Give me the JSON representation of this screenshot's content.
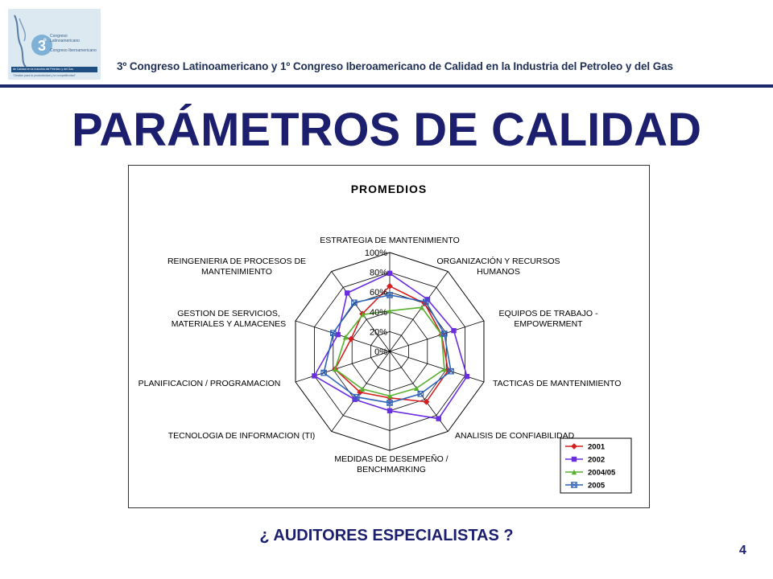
{
  "header": {
    "title": "3º Congreso Latinoamericano y 1º Congreso Iberoamericano de Calidad en la Industria del Petroleo y del Gas",
    "logo": {
      "org_line_1": "Congreso Latinoamericano",
      "org_line_2": "Congreso Iberoamericano",
      "banner": "de Calidad en la Industria del Petróleo y del Gas",
      "tagline": "\"Gestión para la productividad y la competitividad\""
    }
  },
  "slide": {
    "title": "PARÁMETROS DE CALIDAD",
    "question": "¿ AUDITORES ESPECIALISTAS ?",
    "page_number": "4"
  },
  "colors": {
    "header_text": "#1f2f55",
    "title": "#1b1f6e",
    "rule": "#1a2a6c"
  },
  "chart_data": {
    "type": "radar",
    "title": "PROMEDIOS",
    "categories": [
      "ESTRATEGIA DE MANTENIMIENTO",
      "ORGANIZACIÓN Y RECURSOS HUMANOS",
      "EQUIPOS DE TRABAJO - EMPOWERMENT",
      "TACTICAS DE MANTENIMIENTO",
      "ANALISIS DE CONFIABILIDAD",
      "MEDIDAS DE DESEMPEÑO / BENCHMARKING",
      "TECNOLOGIA DE INFORMACION (TI)",
      "PLANIFICACION / PROGRAMACION",
      "GESTION DE SERVICIOS, MATERIALES Y ALMACENES",
      "REINGENIERIA DE PROCESOS DE MANTENIMIENTO"
    ],
    "category_label_lines": [
      [
        "ESTRATEGIA DE MANTENIMIENTO"
      ],
      [
        "ORGANIZACIÓN Y RECURSOS",
        "HUMANOS"
      ],
      [
        "EQUIPOS DE TRABAJO -",
        "EMPOWERMENT"
      ],
      [
        "TACTICAS DE MANTENIMIENTO"
      ],
      [
        "ANALISIS DE CONFIABILIDAD"
      ],
      [
        "MEDIDAS DE DESEMPEÑO /",
        "BENCHMARKING"
      ],
      [
        "TECNOLOGIA DE INFORMACION (TI)"
      ],
      [
        "PLANIFICACION / PROGRAMACION"
      ],
      [
        "GESTION DE SERVICIOS,",
        "MATERIALES Y ALMACENES"
      ],
      [
        "REINGENIERIA DE PROCESOS DE",
        "MANTENIMIENTO"
      ]
    ],
    "radial_ticks": [
      "0%",
      "20%",
      "40%",
      "60%",
      "80%",
      "100%"
    ],
    "range": [
      0,
      100
    ],
    "grid": true,
    "legend_position": "bottom-right",
    "series": [
      {
        "name": "2001",
        "color": "#d42020",
        "marker": "diamond",
        "values": [
          66,
          60,
          55,
          62,
          63,
          47,
          51,
          58,
          41,
          47
        ]
      },
      {
        "name": "2002",
        "color": "#6a2ee0",
        "marker": "square",
        "values": [
          79,
          65,
          68,
          82,
          84,
          60,
          60,
          80,
          55,
          73
        ]
      },
      {
        "name": "2004/05",
        "color": "#58b030",
        "marker": "triangle",
        "values": [
          41,
          55,
          55,
          58,
          46,
          45,
          47,
          58,
          47,
          46
        ]
      },
      {
        "name": "2005",
        "color": "#2f63b8",
        "marker": "x-square",
        "values": [
          57,
          62,
          58,
          65,
          53,
          52,
          57,
          70,
          60,
          61
        ]
      }
    ]
  }
}
